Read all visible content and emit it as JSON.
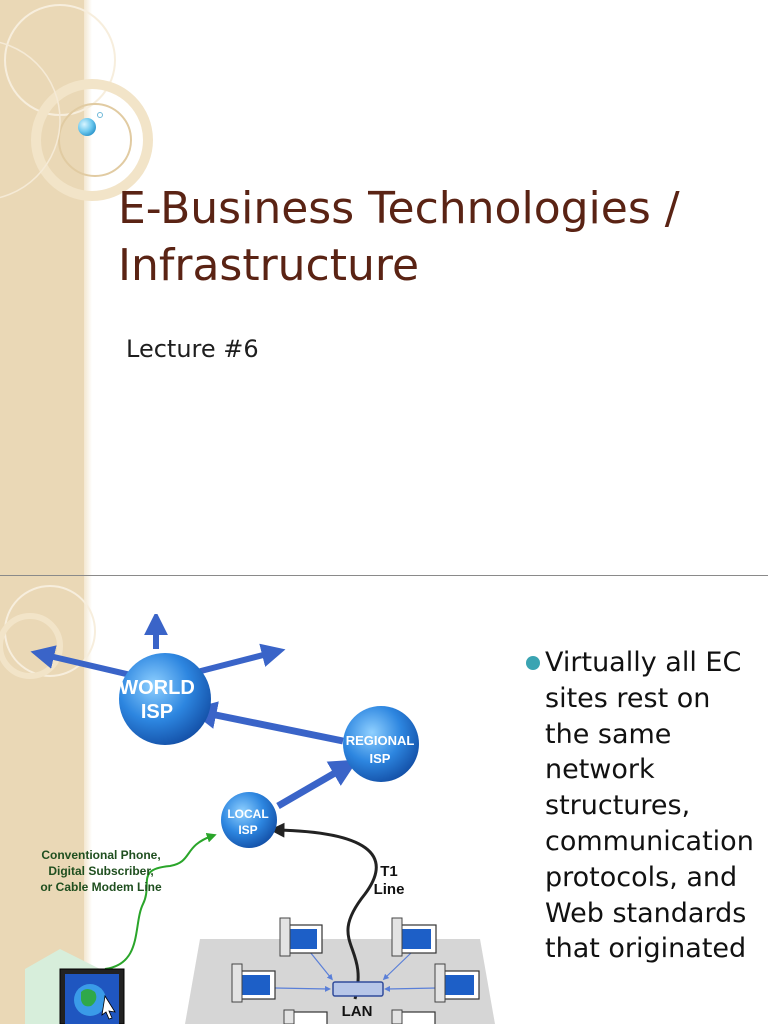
{
  "slide1": {
    "title": "E-Business Technologies / Infrastructure",
    "subtitle": "Lecture #6"
  },
  "slide2": {
    "bullet": "Virtually all EC sites rest on the same network structures, communication protocols, and Web standards that originated",
    "diagram": {
      "world_isp": [
        "WORLD",
        "ISP"
      ],
      "regional_isp": [
        "REGIONAL",
        "ISP"
      ],
      "local_isp": [
        "LOCAL",
        "ISP"
      ],
      "line_label": [
        "Conventional Phone,",
        "Digital Subscriber,",
        "or Cable Modem Line"
      ],
      "t1_label": [
        "T1",
        "Line"
      ],
      "lan_label": "LAN"
    }
  },
  "colors": {
    "title": "#5a2314",
    "strip": "#ead8b6",
    "bullet": "#3aa4b2",
    "isp_blue": "#1f6fd1",
    "arrow_blue": "#3a64c8"
  }
}
